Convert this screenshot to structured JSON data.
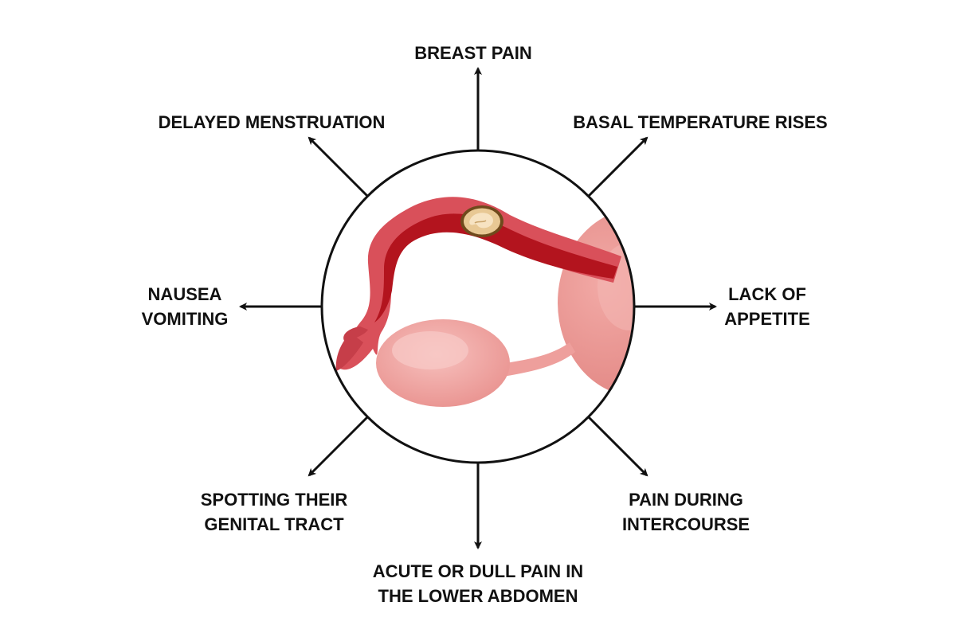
{
  "colors": {
    "text": "#111111",
    "arrow": "#111111",
    "tube_dark": "#b3141e",
    "tube_outer": "#d9505a",
    "uterus": "#e8928f",
    "ovary": "#f0a9a6",
    "embryo": "#e9c08e"
  },
  "labels": {
    "top": [
      "BREAST PAIN"
    ],
    "top_left": [
      "DELAYED MENSTRUATION"
    ],
    "top_right": [
      "BASAL TEMPERATURE RISES"
    ],
    "left": [
      "NAUSEA",
      "VOMITING"
    ],
    "right": [
      "LACK OF",
      "APPETITE"
    ],
    "bottom_left": [
      "SPOTTING THEIR",
      "GENITAL TRACT"
    ],
    "bottom_right": [
      "PAIN DURING",
      "INTERCOURSE"
    ],
    "bottom": [
      "ACUTE OR DULL PAIN IN",
      "THE LOWER ABDOMEN"
    ]
  },
  "illustration": {
    "icons": [
      "fallopian-tube-icon",
      "ectopic-embryo-icon",
      "ovary-icon",
      "uterus-icon"
    ]
  }
}
